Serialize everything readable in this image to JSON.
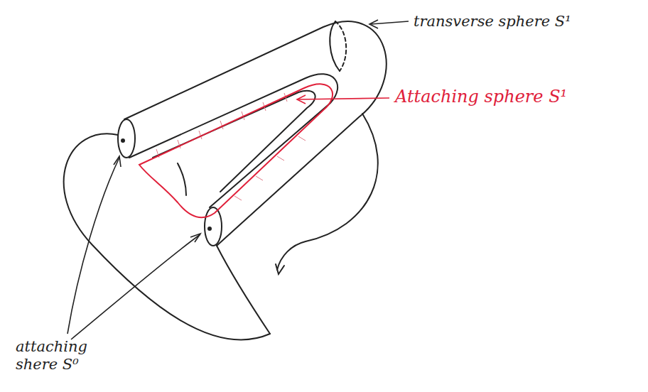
{
  "diagram": {
    "labels": [
      "transverse sphere S¹",
      "Attaching sphere S¹",
      "attaching shere S⁰"
    ]
  }
}
